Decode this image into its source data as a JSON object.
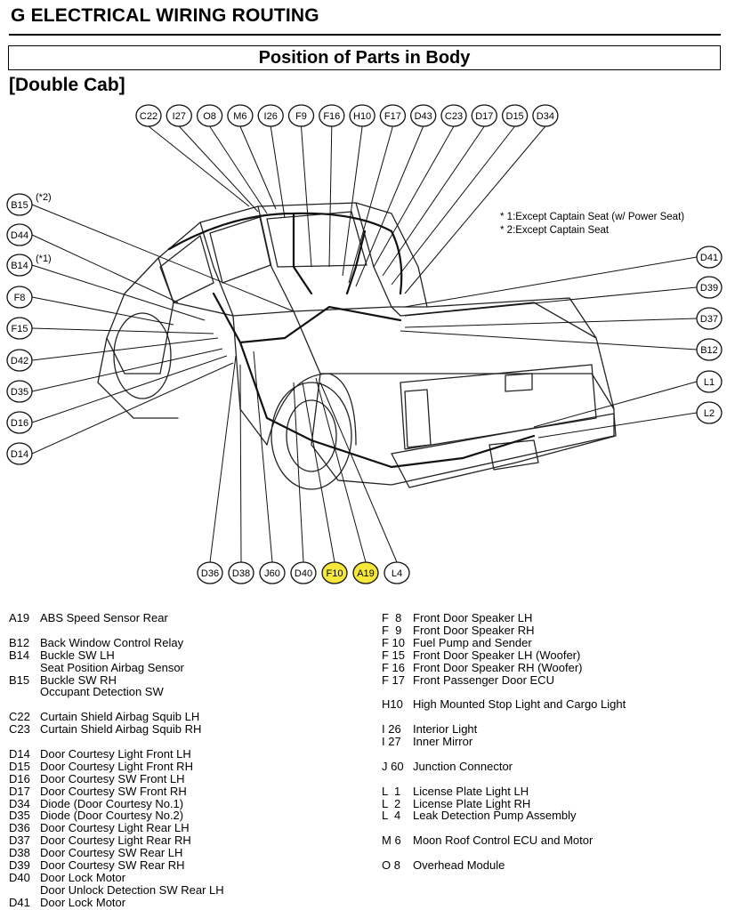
{
  "header": {
    "section": "G  ELECTRICAL WIRING ROUTING",
    "title": "Position of Parts in Body",
    "variant": "[Double Cab]"
  },
  "notes": {
    "n1": "* 1:Except Captain Seat (w/ Power Seat)",
    "n2": "* 2:Except Captain Seat",
    "mark1": "(*1)",
    "mark2": "(*2)"
  },
  "highlight_color": "#f5e83a",
  "connectors": {
    "top": [
      "C22",
      "I27",
      "O8",
      "M6",
      "I26",
      "F9",
      "F16",
      "H10",
      "F17",
      "D43",
      "C23",
      "D17",
      "D15",
      "D34"
    ],
    "left": [
      "B15",
      "D44",
      "B14",
      "F8",
      "F15",
      "D42",
      "D35",
      "D16",
      "D14"
    ],
    "right": [
      "D41",
      "D39",
      "D37",
      "B12",
      "L1",
      "L2"
    ],
    "bottom": [
      "D36",
      "D38",
      "J60",
      "D40",
      "F10",
      "A19",
      "L4"
    ],
    "highlighted": [
      "F10",
      "A19"
    ]
  },
  "legend_left": [
    {
      "code": "A19",
      "desc": "ABS Speed Sensor Rear"
    },
    {
      "gap": true
    },
    {
      "code": "B12",
      "desc": "Back Window Control Relay"
    },
    {
      "code": "B14",
      "desc": "Buckle SW LH"
    },
    {
      "code": "",
      "desc": "Seat Position Airbag Sensor"
    },
    {
      "code": "B15",
      "desc": "Buckle SW RH"
    },
    {
      "code": "",
      "desc": "Occupant Detection SW"
    },
    {
      "gap": true
    },
    {
      "code": "C22",
      "desc": "Curtain Shield Airbag Squib LH"
    },
    {
      "code": "C23",
      "desc": "Curtain Shield Airbag Squib RH"
    },
    {
      "gap": true
    },
    {
      "code": "D14",
      "desc": "Door Courtesy Light Front LH"
    },
    {
      "code": "D15",
      "desc": "Door Courtesy Light Front RH"
    },
    {
      "code": "D16",
      "desc": "Door Courtesy SW Front LH"
    },
    {
      "code": "D17",
      "desc": "Door Courtesy SW Front RH"
    },
    {
      "code": "D34",
      "desc": "Diode (Door Courtesy No.1)"
    },
    {
      "code": "D35",
      "desc": "Diode (Door Courtesy No.2)"
    },
    {
      "code": "D36",
      "desc": "Door Courtesy Light Rear LH"
    },
    {
      "code": "D37",
      "desc": "Door Courtesy Light Rear RH"
    },
    {
      "code": "D38",
      "desc": "Door Courtesy SW Rear LH"
    },
    {
      "code": "D39",
      "desc": "Door Courtesy SW Rear RH"
    },
    {
      "code": "D40",
      "desc": "Door Lock Motor"
    },
    {
      "code": "",
      "desc": "Door Unlock Detection SW Rear LH"
    },
    {
      "code": "D41",
      "desc": "Door Lock Motor"
    }
  ],
  "legend_right": [
    {
      "code": "F  8",
      "desc": "Front Door Speaker LH"
    },
    {
      "code": "F  9",
      "desc": "Front Door Speaker RH"
    },
    {
      "code": "F 10",
      "desc": "Fuel Pump and Sender"
    },
    {
      "code": "F 15",
      "desc": "Front Door Speaker LH (Woofer)"
    },
    {
      "code": "F 16",
      "desc": "Front Door Speaker RH (Woofer)"
    },
    {
      "code": "F 17",
      "desc": "Front Passenger Door ECU"
    },
    {
      "gap": true
    },
    {
      "code": "H10",
      "desc": "High Mounted Stop Light and Cargo Light"
    },
    {
      "gap": true
    },
    {
      "code": "I 26",
      "desc": "Interior Light"
    },
    {
      "code": "I 27",
      "desc": "Inner Mirror"
    },
    {
      "gap": true
    },
    {
      "code": "J 60",
      "desc": "Junction Connector"
    },
    {
      "gap": true
    },
    {
      "code": "L  1",
      "desc": "License Plate Light LH"
    },
    {
      "code": "L  2",
      "desc": "License Plate Light RH"
    },
    {
      "code": "L  4",
      "desc": "Leak Detection Pump Assembly"
    },
    {
      "gap": true
    },
    {
      "code": "M 6",
      "desc": "Moon Roof Control ECU and Motor"
    },
    {
      "gap": true
    },
    {
      "code": "O 8",
      "desc": "Overhead Module"
    }
  ]
}
